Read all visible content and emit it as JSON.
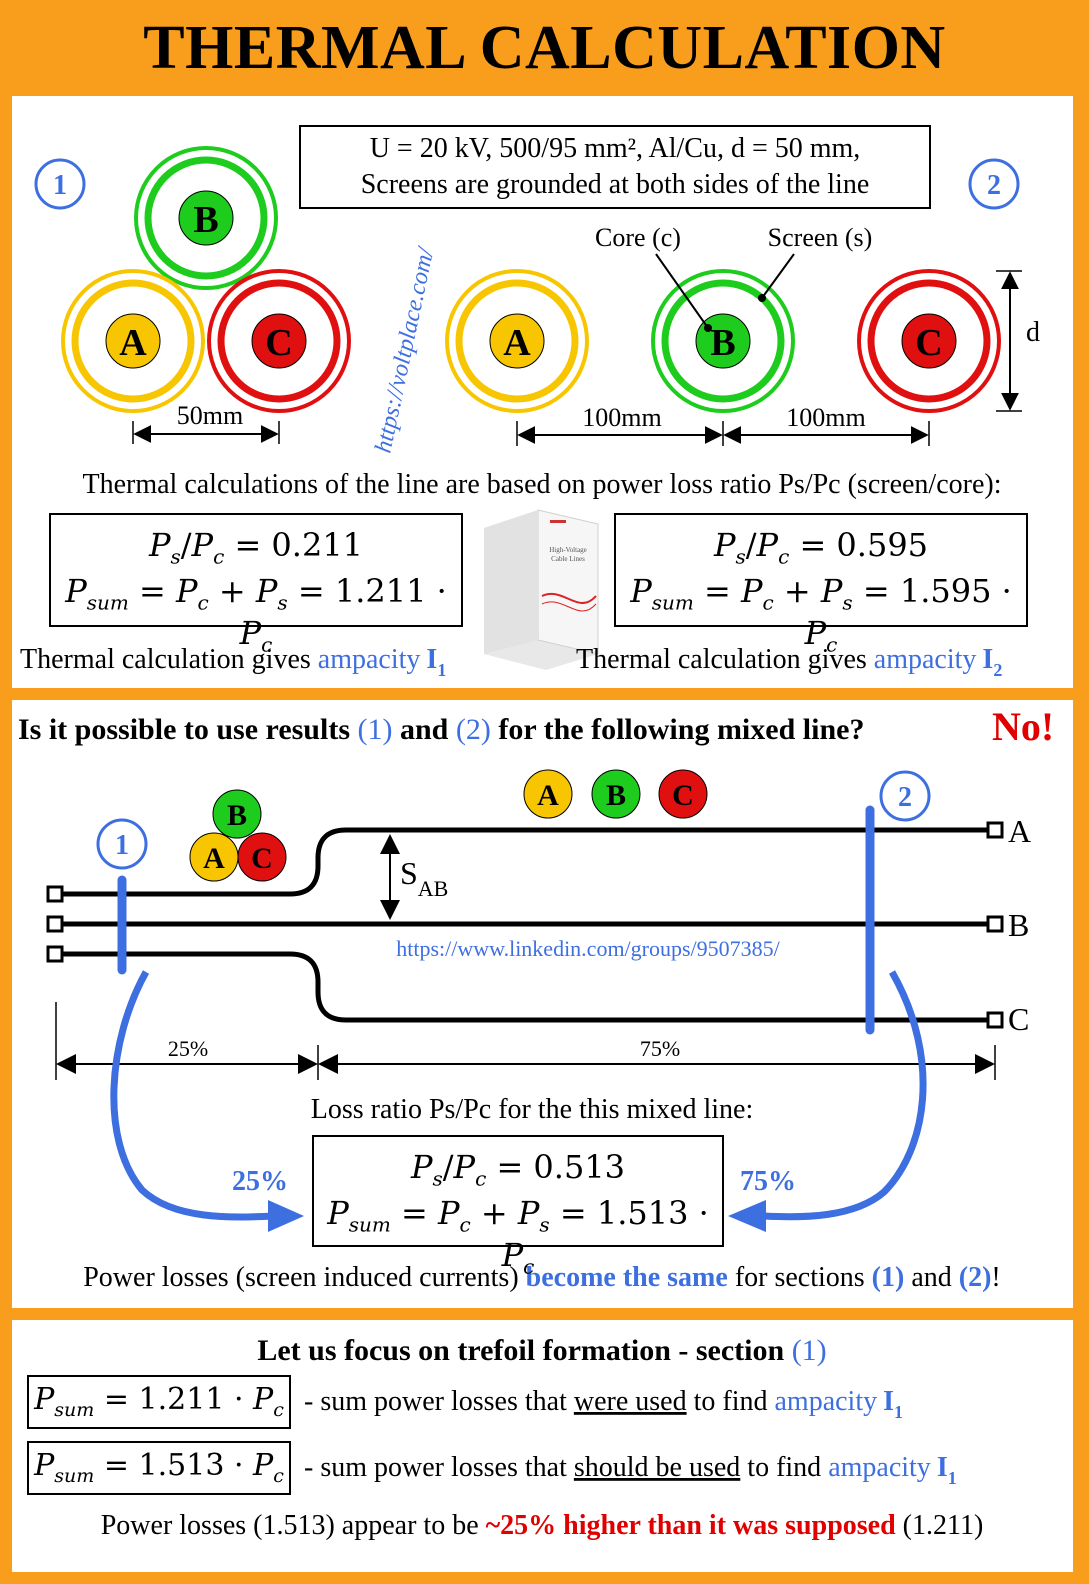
{
  "title": "THERMAL CALCULATION MISTAKE",
  "colors": {
    "frame": "#f99e1c",
    "blue": "#3d6fe0",
    "red": "#e00000",
    "yellow": "#f7c600",
    "green": "#1ecc1e",
    "phase_red": "#e01010"
  },
  "section1": {
    "params_line1": "U = 20 kV, 500/95 mm², Al/Cu, d = 50 mm,",
    "params_line2": "Screens are grounded at both sides of the line",
    "badge1": "1",
    "badge2": "2",
    "phase_a": "A",
    "phase_b": "B",
    "phase_c": "C",
    "dim_trefoil": "50mm",
    "dim_flat_1": "100mm",
    "dim_flat_2": "100mm",
    "core_label": "Core (c)",
    "screen_label": "Screen (s)",
    "d_label": "d",
    "watermark": "https://voltplace.com/",
    "intro": "Thermal calculations of the line are based on power loss ratio Ps/Pc (screen/core):",
    "box1_ratio": "0.211",
    "box1_sum": "1.211",
    "box2_ratio": "0.595",
    "box2_sum": "1.595",
    "book_line1": "High-Voltage",
    "book_line2": "Cable Lines",
    "ampacity_prefix": "Thermal calculation gives ",
    "ampacity_word": "ampacity",
    "ampacity_i1": "I",
    "ampacity_i1_sub": "1",
    "ampacity_i2_sub": "2"
  },
  "section2": {
    "question_a": "Is it possible to use results ",
    "question_1": "(1)",
    "question_and": " and ",
    "question_2": "(2)",
    "question_b": " for the following mixed line?",
    "answer": "No!",
    "badge1": "1",
    "badge2": "2",
    "end_a": "A",
    "end_b": "B",
    "end_c": "C",
    "s_label": "S",
    "s_sub": "AB",
    "link": "https://www.linkedin.com/groups/9507385/",
    "pct_left": "25%",
    "pct_right": "75%",
    "loss_label": "Loss ratio Ps/Pc for the this mixed line:",
    "arrow_left_pct": "25%",
    "arrow_right_pct": "75%",
    "box_ratio": "0.513",
    "box_sum": "1.513",
    "conclusion_a": "Power losses (screen induced currents) ",
    "conclusion_b": "become the same",
    "conclusion_c": " for sections ",
    "conclusion_1": "(1)",
    "conclusion_and": " and ",
    "conclusion_2": "(2)",
    "conclusion_end": "!"
  },
  "section3": {
    "heading": "Let us focus on trefoil formation - section ",
    "heading_num": "(1)",
    "row1_value": "1.211",
    "row1_a": " - sum power losses that ",
    "row1_u": "were used",
    "row1_b": " to find ",
    "row2_value": "1.513",
    "row2_a": " - sum power losses that ",
    "row2_u": "should be used",
    "row2_b": " to find ",
    "ampacity_word": "ampacity",
    "i_letter": "I",
    "i_sub": "1",
    "final_a": "Power losses (1.513) appear to be ",
    "final_red": "~25% higher than it was supposed",
    "final_b": " (1.211)"
  }
}
